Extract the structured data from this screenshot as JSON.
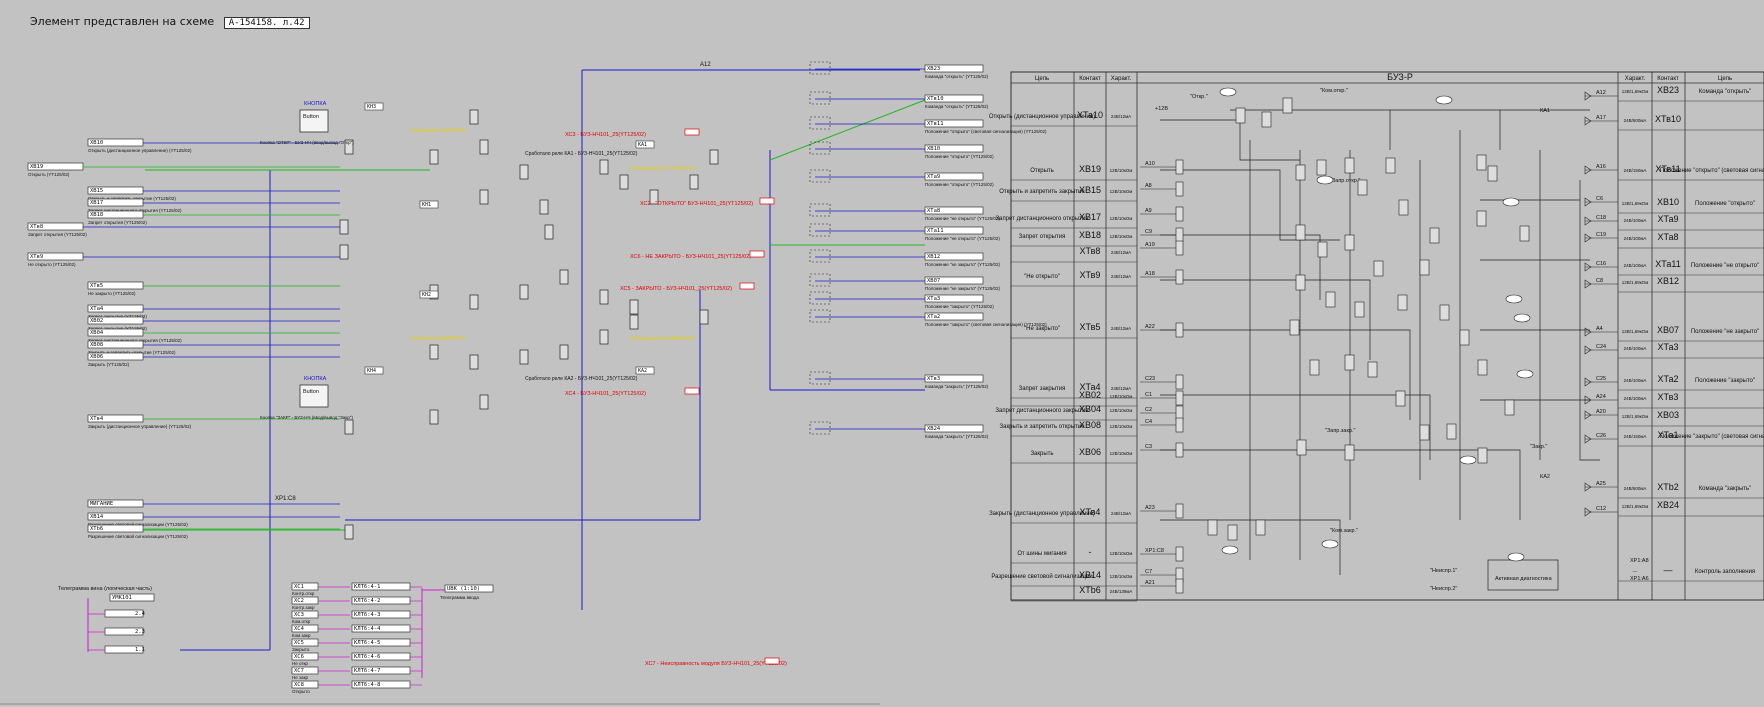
{
  "header": {
    "title": "Элемент представлен на схеме",
    "ref": "А-154158. л.42"
  },
  "top_bus_label": "А12",
  "xp_label": "ХР1:С8",
  "left_inputs": [
    {
      "tag": "ХВ10",
      "desc": "Открыть (дистанционное управление) (YT125/02)"
    },
    {
      "tag": "ХВ19",
      "desc": "Открыть (YT125/02)"
    },
    {
      "tag": "ХВ15",
      "desc": "Открыть и запретить закрытие (YT125/02)"
    },
    {
      "tag": "ХВ17",
      "desc": "Запрет дистанционного открытия (YT125/02)"
    },
    {
      "tag": "ХВ18",
      "desc": "Запрет открытия (YT125/02)"
    },
    {
      "tag": "ХТв8",
      "desc": "Запрет открытия (YT125/02)"
    },
    {
      "tag": "ХТв9",
      "desc": "Не открыто (YT125/02)"
    },
    {
      "tag": "ХТв5",
      "desc": "Не закрыто (YT125/02)"
    },
    {
      "tag": "ХТа4",
      "desc": "Запрет закрытия (YT125/02)"
    },
    {
      "tag": "ХВ02",
      "desc": "Запрет закрытия (YT125/02)"
    },
    {
      "tag": "ХВ04",
      "desc": "Запрет дистанционного закрытия (YT125/02)"
    },
    {
      "tag": "ХВ08",
      "desc": "Закрыть и запретить открытие (YT125/02)"
    },
    {
      "tag": "ХВ06",
      "desc": "Закрыть (YT125/02)"
    },
    {
      "tag": "ХТв4",
      "desc": "Закрыть (дистанционное управление) (YT125/02)"
    },
    {
      "tag": "МИГАНИЕ",
      "desc": ""
    },
    {
      "tag": "ХВ14",
      "desc": "Разрешение световой сигнализации (YT125/02)"
    },
    {
      "tag": "ХТb6",
      "desc": "Разрешение световой сигнализации (YT125/02)"
    }
  ],
  "right_outputs": [
    {
      "tag": "ХВ23",
      "desc": "Команда \"открыть\" (YT125/02)"
    },
    {
      "tag": "ХТв10",
      "desc": "Команда \"открыть\" (YT125/02)"
    },
    {
      "tag": "ХТв11",
      "desc": "Положение \"открыто\" (световая сигнализация) (YT125/02)"
    },
    {
      "tag": "ХВ10",
      "desc": "Положение \"открыто\" (YT125/02)"
    },
    {
      "tag": "ХТа9",
      "desc": "Положение \"открыто\" (YT125/02)"
    },
    {
      "tag": "ХТа8",
      "desc": "Положение \"не открыто\" (YT125/02)"
    },
    {
      "tag": "ХТа11",
      "desc": "Положение \"не открыто\" (YT125/02)"
    },
    {
      "tag": "ХВ12",
      "desc": "Положение \"не закрыто\" (YT125/02)"
    },
    {
      "tag": "ХВ07",
      "desc": "Положение \"не закрыто\" (YT125/02)"
    },
    {
      "tag": "ХТа3",
      "desc": "Положение \"закрыто\" (YT125/02)"
    },
    {
      "tag": "ХТа2",
      "desc": "Положение \"закрыто\" (световая сигнализация) (YT125/02)"
    },
    {
      "tag": "ХТв3",
      "desc": "Команда \"закрыть\" (YT125/02)"
    },
    {
      "tag": "ХВ24",
      "desc": "Команда \"закрыть\" (YT125/02)"
    }
  ],
  "red_labels": [
    "ХС3 - БУЗ-НЧ101_25(YT125/02)",
    "ХС2 - \"ОТКРЫТО\" БУЗ-НЧ101_25(YT125/02)",
    "ХС6 - НЕ ЗАКРЫТО - БУЗ-НЧ101_25(YT125/02)",
    "ХС5 - ЗАКРЫТО - БУЗ-НЧ101_25(YT125/02)",
    "ХС4 - БУЗ-НЧ101_25(YT125/02)",
    "ХС7 - Неисправность модуля БУЗ-НЧ101_25(YT125/02)"
  ],
  "yellow_labels": [
    "Светодиод ОТКРЫТО",
    "Светодиод ЗАКРЫТО",
    "Светодиод НЕ ОТКРЫТО",
    "Светодиод НЕ ЗАКРЫТО"
  ],
  "buttons": [
    {
      "title": "КНОПКА",
      "label": "Button",
      "caption": "Кнопка \"ОТКР\" - БУЗ-НЧ (ввод/вывод \"Откр\")"
    },
    {
      "title": "КНОПКА",
      "label": "Button",
      "caption": "Кнопка \"ЗАКР\" - БУЗ-НЧ (ввод/вывод \"Закр\")"
    }
  ],
  "relay_labels": [
    "Сработало реле КА1 - БУЗ-НЧ101_25(YT125/02)",
    "Сработало реле КА2 - БУЗ-НЧ101_25(YT125/02)"
  ],
  "ka_tags": [
    "КА1",
    "КА2",
    "КН1",
    "КН2",
    "КН3",
    "КН4"
  ],
  "telegram": {
    "title": "Телеграмма вина (логическая часть)",
    "box": "УМК101",
    "items": [
      "2.4",
      "2.3",
      "1.1"
    ]
  },
  "bottom_list": {
    "right_box": "UBK (1:10)",
    "right_caption": "Телеграмма ввода",
    "items": [
      {
        "tag": "ХС1",
        "name": "Контр.откр",
        "code": "КЛТ6:4-1"
      },
      {
        "tag": "ХС2",
        "name": "Контр.закр",
        "code": "КЛТ6:4-2"
      },
      {
        "tag": "ХС3",
        "name": "Ком.откр",
        "code": "КЛТ6:4-3"
      },
      {
        "tag": "ХС4",
        "name": "Ком.закр",
        "code": "КЛТ6:4-4"
      },
      {
        "tag": "ХС5",
        "name": "Закрыто",
        "code": "КЛТ6:4-5"
      },
      {
        "tag": "ХС6",
        "name": "Не откр",
        "code": "КЛТ6:4-6"
      },
      {
        "tag": "ХС7",
        "name": "Не закр",
        "code": "КЛТ6:4-7"
      },
      {
        "tag": "ХС8",
        "name": "Открыто",
        "code": "КЛТ6:4-8"
      }
    ]
  },
  "table": {
    "title": "БУЗ-Р",
    "col_headers_left": [
      "Цепь",
      "Контакт",
      "Характ."
    ],
    "col_headers_right": [
      "Характ.",
      "Контакт",
      "Цепь"
    ],
    "left_rows": [
      {
        "circuit": "Открыть (дистанционное управление)",
        "contact": "ХТа10",
        "spec": "24В/12мА"
      },
      {
        "circuit": "Открыть",
        "contact": "ХВ19",
        "spec": "12В/10кОм"
      },
      {
        "circuit": "Открыть и запретить закрытие",
        "contact": "ХВ15",
        "spec": "12В/10кОм"
      },
      {
        "circuit": "Запрет дистанционного открытия",
        "contact": "ХВ17",
        "spec": "12В/10кОм"
      },
      {
        "circuit": "Запрет открытия",
        "contact": "ХВ18",
        "spec": "12В/10кОм"
      },
      {
        "circuit": "",
        "contact": "ХТв8",
        "spec": "24В/12мА"
      },
      {
        "circuit": "\"Не открыто\"",
        "contact": "ХТв9",
        "spec": "24В/12мА"
      },
      {
        "circuit": "\"Не закрыто\"",
        "contact": "ХТв5",
        "spec": "24В/12мА"
      },
      {
        "circuit": "Запрет закрытия",
        "contact": "ХТа4",
        "spec": "24В/12мА"
      },
      {
        "circuit": "",
        "contact": "ХВ02",
        "spec": "12В/10кОм"
      },
      {
        "circuit": "Запрет дистанционного закрытия",
        "contact": "ХВ04",
        "spec": "12В/10кОм"
      },
      {
        "circuit": "Закрыть и запретить открытие",
        "contact": "ХВ08",
        "spec": "12В/10кОм"
      },
      {
        "circuit": "Закрыть",
        "contact": "ХВ06",
        "spec": "12В/10кОм"
      },
      {
        "circuit": "Закрыть (дистанционное управление)",
        "contact": "ХТв4",
        "spec": "24В/12мА"
      },
      {
        "circuit": "От шины мигания",
        "contact": "-",
        "spec": "12В/10кОм"
      },
      {
        "circuit": "Разрешение световой сигнализации",
        "contact": "ХВ14",
        "spec": "12В/10кОм"
      },
      {
        "circuit": "",
        "contact": "ХТb6",
        "spec": "24В/139мА"
      }
    ],
    "right_rows": [
      {
        "spec": "12В/1,69кОм",
        "contact": "ХВ23",
        "circuit": "Команда \"открыть\""
      },
      {
        "spec": "24В/500мА",
        "contact": "ХТв10",
        "circuit": ""
      },
      {
        "spec": "24В/150мА",
        "contact": "ХТв11",
        "circuit": "Положение \"открыто\" (световая сигнализация)"
      },
      {
        "spec": "12В/1,69кОм",
        "contact": "ХВ10",
        "circuit": "Положение \"открыто\""
      },
      {
        "spec": "24В/100мА",
        "contact": "ХТа9",
        "circuit": ""
      },
      {
        "spec": "24В/100мА",
        "contact": "ХТа8",
        "circuit": ""
      },
      {
        "spec": "24В/100мА",
        "contact": "ХТа11",
        "circuit": "Положение \"не открыто\""
      },
      {
        "spec": "12В/1,69кОм",
        "contact": "ХВ12",
        "circuit": ""
      },
      {
        "spec": "12В/1,69кОм",
        "contact": "ХВ07",
        "circuit": "Положение \"не закрыто\""
      },
      {
        "spec": "24В/100мА",
        "contact": "ХТа3",
        "circuit": ""
      },
      {
        "spec": "24В/100мА",
        "contact": "ХТа2",
        "circuit": "Положение \"закрыто\""
      },
      {
        "spec": "24В/100мА",
        "contact": "ХТв3",
        "circuit": ""
      },
      {
        "spec": "12В/1,69кОм",
        "contact": "ХВ03",
        "circuit": ""
      },
      {
        "spec": "24В/150мА",
        "contact": "ХТа1",
        "circuit": "Положение \"закрыто\" (световая сигнализация)"
      },
      {
        "spec": "24В/500мА",
        "contact": "ХТb2",
        "circuit": "Команда \"закрыть\""
      },
      {
        "spec": "12В/1,69кОм",
        "contact": "ХВ24",
        "circuit": ""
      },
      {
        "spec": "—",
        "contact": "—",
        "circuit": "Контроль заполнения"
      }
    ],
    "signals": [
      "А10",
      "А8",
      "А9",
      "С9",
      "А19",
      "А18",
      "А22",
      "С23",
      "С1",
      "С2",
      "С4",
      "С3",
      "А23",
      "ХР1:С8",
      "С7",
      "А21"
    ],
    "right_signals": [
      "А12",
      "А17",
      "А16",
      "С6",
      "С18",
      "С19",
      "С16",
      "С8",
      "А4",
      "С24",
      "С25",
      "А24",
      "А20",
      "С26",
      "А25",
      "С12"
    ],
    "annotations": {
      "otkr_q": "\"Откр.\"",
      "kom_otkr": "\"Ком.откр.\"",
      "zapr_otkr": "\"Запр.откр.\"",
      "zapr_zakr": "\"Запр.закр.\"",
      "zakr_q": "\"Закр.\"",
      "kom_zakr": "\"Ком.закр.\"",
      "neispr1": "\"Неиспр.1\"",
      "neispr2": "\"Неиспр.2\"",
      "active_diag": "Активная диагностика",
      "plus12": "+12В",
      "xp_a8": "ХР1:А8",
      "xp_a6": "ХР1:А6",
      "ka1": "КА1",
      "ka2": "КА2"
    }
  }
}
